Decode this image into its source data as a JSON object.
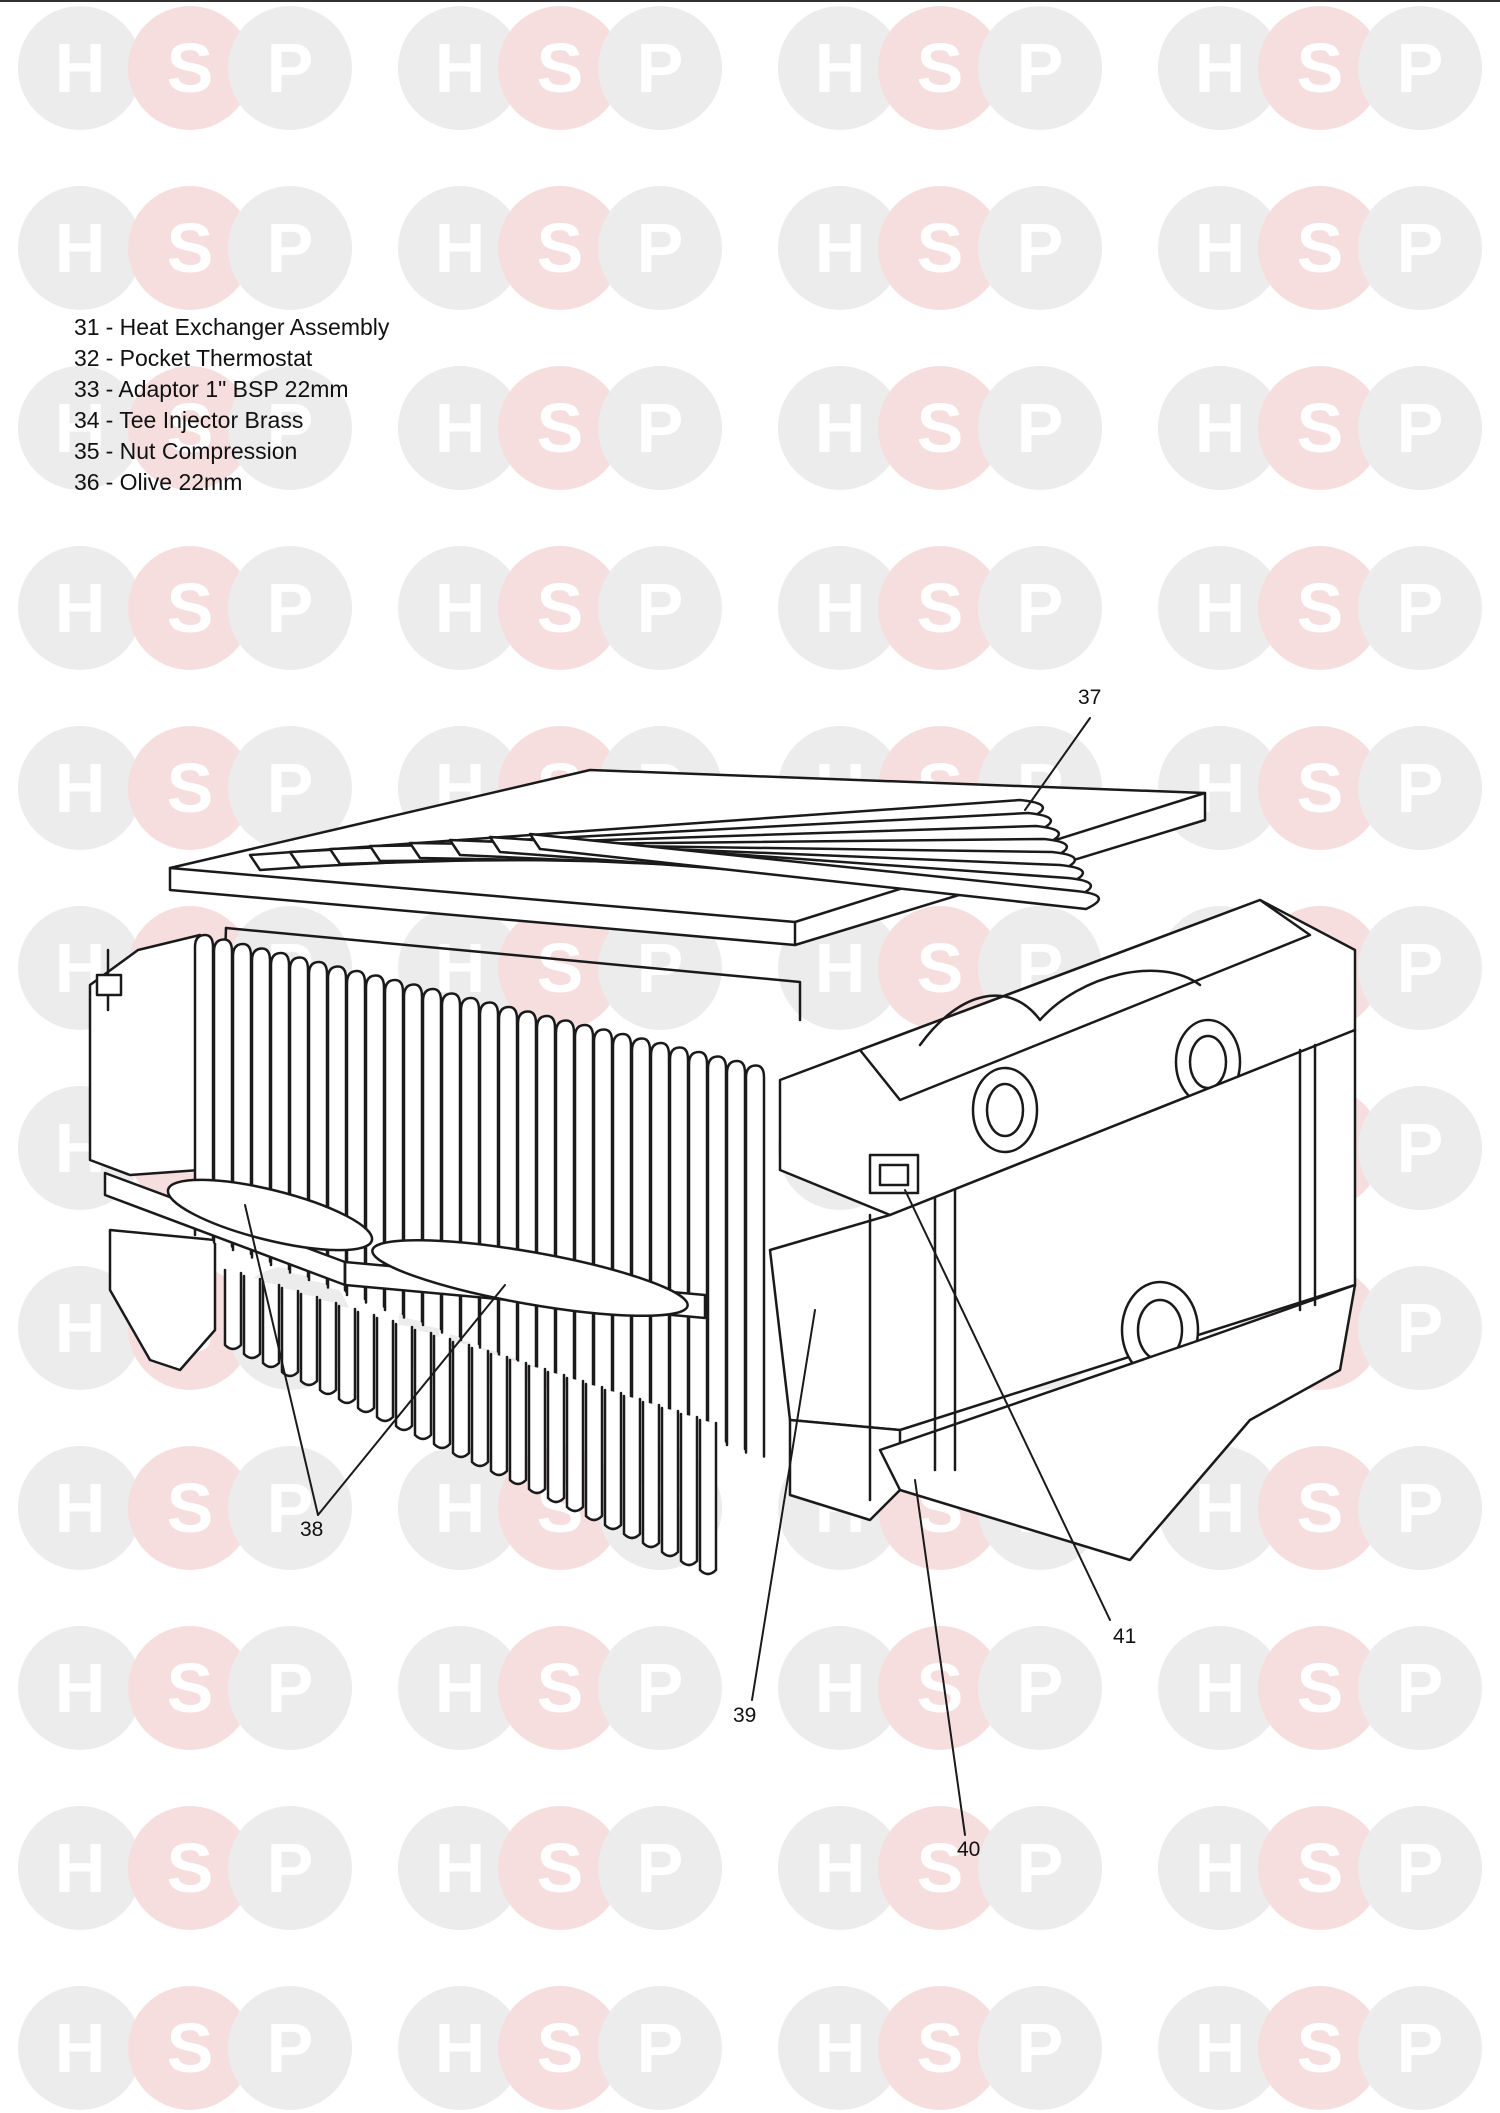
{
  "watermark": {
    "letters": [
      "H",
      "S",
      "P"
    ],
    "colors": {
      "h_p_disc": "#ececec",
      "s_disc": "#f6dede",
      "letter": "#ffffff"
    }
  },
  "parts_list": [
    {
      "number": "31",
      "label": "Heat Exchanger Assembly"
    },
    {
      "number": "32",
      "label": "Pocket Thermostat"
    },
    {
      "number": "33",
      "label": "Adaptor 1\" BSP 22mm"
    },
    {
      "number": "34",
      "label": "Tee Injector Brass"
    },
    {
      "number": "35",
      "label": "Nut Compression"
    },
    {
      "number": "36",
      "label": "Olive 22mm"
    }
  ],
  "callouts": {
    "c37": "37",
    "c38": "38",
    "c39": "39",
    "c40": "40",
    "c41": "41"
  }
}
